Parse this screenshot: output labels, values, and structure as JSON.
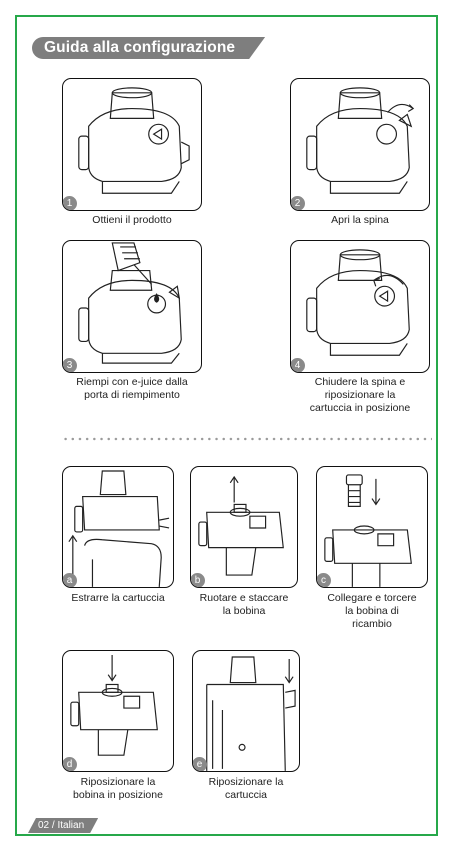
{
  "title": "Guida alla configurazione",
  "steps_top": [
    {
      "num": "1",
      "caption": "Ottieni il prodotto"
    },
    {
      "num": "2",
      "caption": "Apri la spina"
    },
    {
      "num": "3",
      "caption_lines": [
        "Riempi con e-juice dalla",
        "porta di riempimento"
      ]
    },
    {
      "num": "4",
      "caption_lines": [
        "Chiudere la spina e",
        "riposizionare la",
        "cartuccia in posizione"
      ]
    }
  ],
  "steps_bottom": [
    {
      "num": "a",
      "caption_lines": [
        "Estrarre la cartuccia"
      ]
    },
    {
      "num": "b",
      "caption_lines": [
        "Ruotare e staccare",
        "la bobina"
      ]
    },
    {
      "num": "c",
      "caption_lines": [
        "Collegare e torcere",
        "la bobina di",
        "ricambio"
      ]
    },
    {
      "num": "d",
      "caption_lines": [
        "Riposizionare la",
        "bobina in posizione"
      ]
    },
    {
      "num": "e",
      "caption_lines": [
        "Riposizionare la",
        "cartuccia"
      ]
    }
  ],
  "footer": "02 / Italian",
  "colors": {
    "frame": "#26a84a",
    "tag": "#7e7e7e"
  }
}
